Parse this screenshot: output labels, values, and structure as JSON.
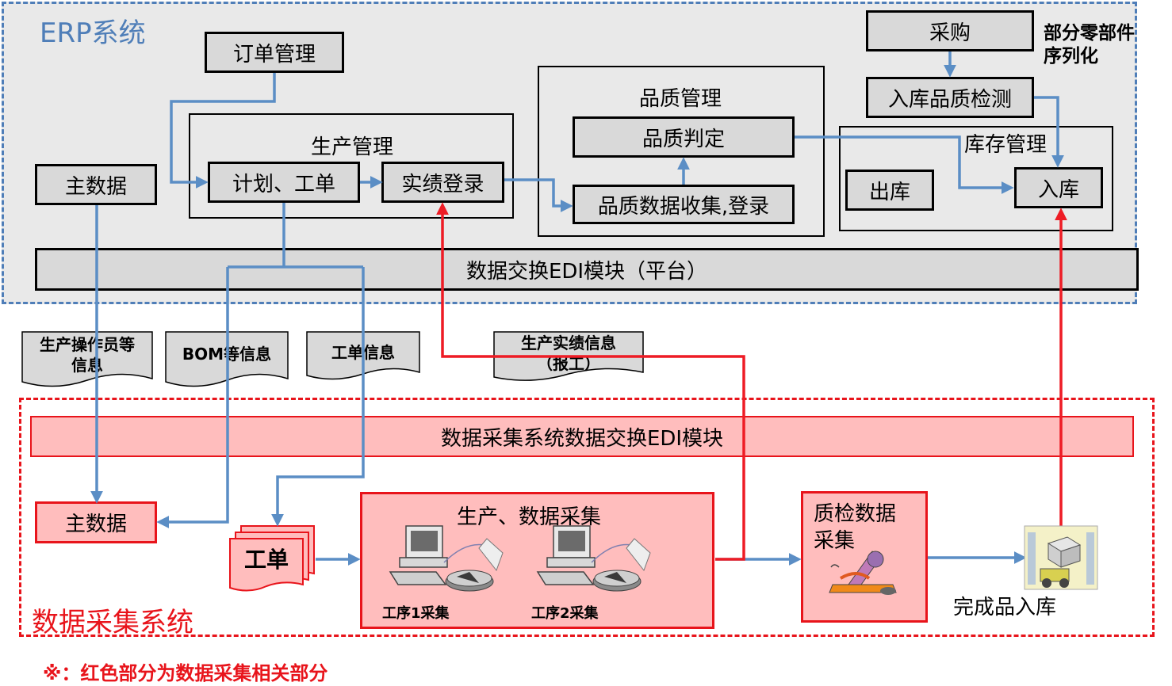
{
  "erp": {
    "title": "ERP系统",
    "order_mgmt": "订单管理",
    "master_data": "主数据",
    "production_mgmt": "生产管理",
    "plan_workorder": "计划、工单",
    "result_register": "实绩登录",
    "quality_mgmt": "品质管理",
    "quality_judge": "品质判定",
    "quality_collect": "品质数据收集,登录",
    "purchase": "采购",
    "parts_serialization": "部分零部件\n序列化",
    "incoming_inspection": "入库品质检测",
    "inventory_mgmt": "库存管理",
    "outbound": "出库",
    "inbound": "入库",
    "edi_module": "数据交换EDI模块（平台）"
  },
  "documents": {
    "operator_info": "生产操作员等\n信息",
    "bom_info": "BOM等信息",
    "workorder_info": "工单信息",
    "result_info": "生产实绩信息\n（报工）"
  },
  "collection": {
    "title": "数据采集系统",
    "edi_module": "数据采集系统数据交换EDI模块",
    "master_data": "主数据",
    "workorder": "工单",
    "production_collect": "生产、数据采集",
    "process1": "工序1采集",
    "process2": "工序2采集",
    "qc_collect": "质检数据\n采集",
    "finished_inbound": "完成品入库"
  },
  "note": "※：红色部分为数据采集相关部分",
  "colors": {
    "blue_arrow": "#5b8ec5",
    "red_arrow": "#ee1c25",
    "erp_frame": "#4f7eb8",
    "grey_box": "#d9d9d9",
    "pink_box": "#ffbdbd",
    "red_border": "#e8141b"
  }
}
